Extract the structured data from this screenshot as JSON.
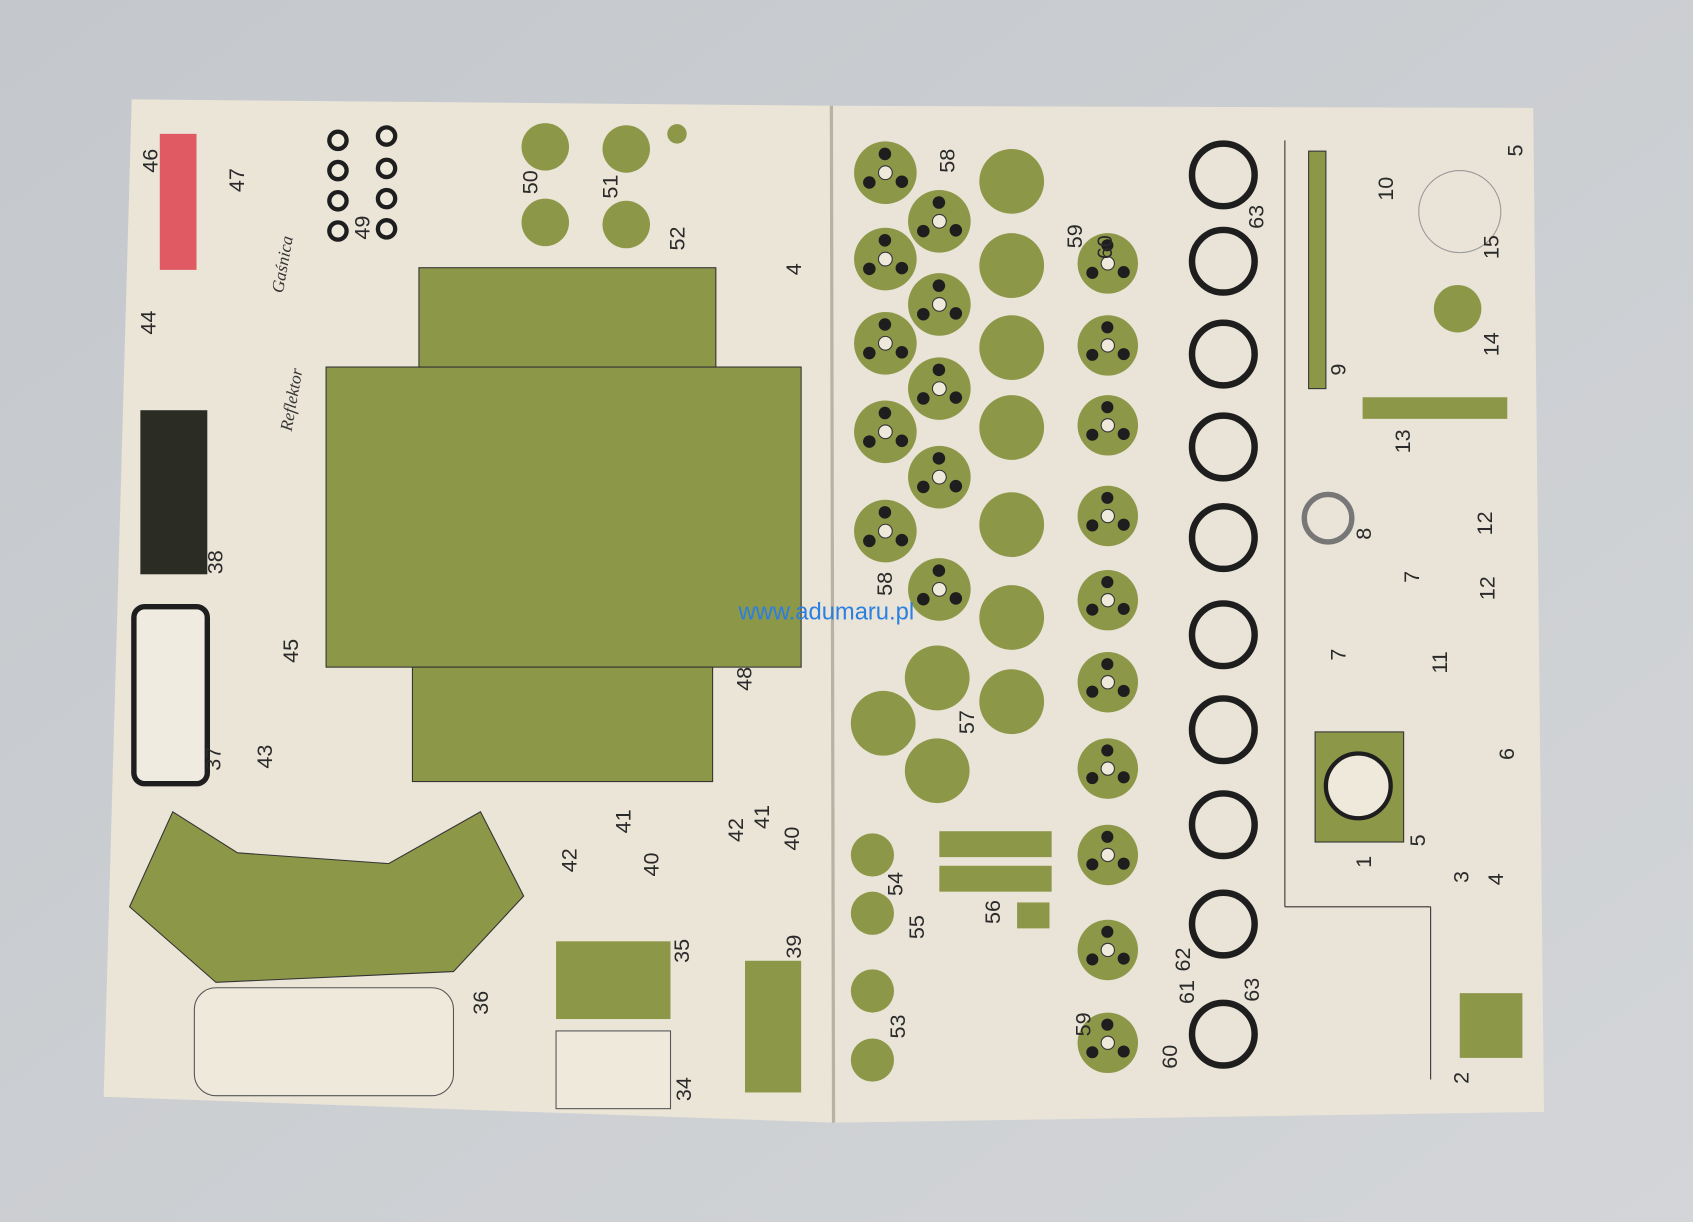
{
  "watermark": "www.adumaru.pl",
  "page_numbers": {
    "left": "4",
    "right": "5"
  },
  "annotations": {
    "extinguisher": "Gaśnica",
    "headlight": "Reflektor"
  },
  "left_labels": [
    "46",
    "47",
    "49",
    "50",
    "51",
    "52",
    "44",
    "38",
    "37",
    "43",
    "45",
    "48",
    "36",
    "35",
    "34",
    "39",
    "42",
    "41",
    "40",
    "42",
    "41",
    "40"
  ],
  "right_labels": [
    "58",
    "58",
    "57",
    "59",
    "63",
    "54",
    "55",
    "56",
    "53",
    "60",
    "61",
    "62",
    "63",
    "59",
    "60",
    "10",
    "15",
    "14",
    "9",
    "13",
    "8",
    "12",
    "7",
    "7",
    "12",
    "11",
    "6",
    "5",
    "1",
    "3",
    "4",
    "2"
  ],
  "colors": {
    "paper": "#e9e3d6",
    "olive": "#8d9748",
    "dark": "#1e1e1e",
    "red": "#e05a64",
    "background": "#c9ccd0"
  }
}
